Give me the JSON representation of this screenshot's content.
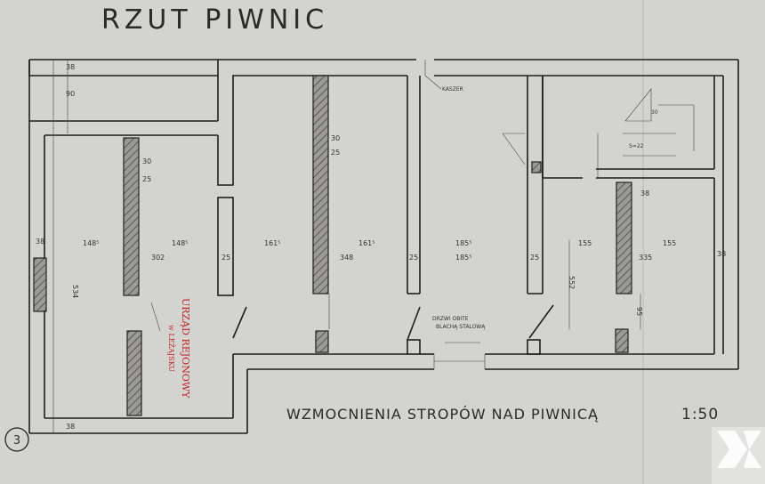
{
  "drawing": {
    "title": "RZUT PIWNIC",
    "caption": "WZMOCNIENIA STROPÓW NAD PIWNICĄ",
    "scale": "1:50",
    "sheet_number": "3"
  },
  "stamp": {
    "line1": "URZĄD REJONOWY",
    "line2": "w LEŻAJSKU"
  },
  "annotations": {
    "vent_label": "KASZER",
    "door_note_line1": "DRZWI OBITE",
    "door_note_line2": "BLACHĄ STALOWĄ"
  },
  "dimensions": {
    "top_wall": "38",
    "top_room": "90",
    "left_wall": "38",
    "left_room_height": "534",
    "bottom_wall": "38",
    "r1_left": "148⁵",
    "r1_right": "148⁵",
    "r1_beam": "302",
    "beam_width": "30",
    "beam_width2": "25",
    "wall1": "25",
    "r2_left": "161⁵",
    "r2_right": "161⁵",
    "r2_beam": "348",
    "wall2": "25",
    "r3_top": "185⁵",
    "r3_bottom": "185⁵",
    "wall3": "25",
    "r4_left": "155",
    "r4_right": "155",
    "r4_beam": "335",
    "r4_height": "552",
    "right_wall": "38",
    "col_width": "38",
    "stair_dim": "30",
    "stair_dim2": "S=22",
    "door_dim": "95"
  }
}
